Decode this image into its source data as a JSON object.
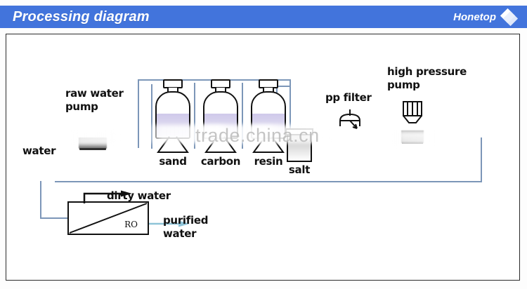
{
  "header": {
    "title": "Processing diagram",
    "brand": "Honetop",
    "brand_logo_icon": "diamond-logo-icon",
    "bar_color": "#4274dc",
    "text_color": "#ffffff"
  },
  "diagram": {
    "title_alt": "Water treatment processing diagram",
    "watermark": "trade.china.cn",
    "pipe_color": "#7c96b8",
    "outline_color": "#111111",
    "media_color": "#cfc9ea",
    "labels": {
      "water": "water",
      "raw_water_pump": "raw water\npump",
      "pp_filter": "pp filter",
      "high_pressure_pump": "high pressure\npump",
      "dirty_water": "dirty water",
      "purified_water": "purified\nwater",
      "ro": "RO"
    },
    "vessels": [
      {
        "id": "sand",
        "label": "sand",
        "icon": "tank-icon"
      },
      {
        "id": "carbon",
        "label": "carbon",
        "icon": "tank-icon"
      },
      {
        "id": "resin",
        "label": "resin",
        "icon": "tank-icon"
      },
      {
        "id": "salt",
        "label": "salt",
        "icon": "salt-box-icon"
      }
    ],
    "components": [
      {
        "id": "raw-water-pump",
        "label": "raw water pump",
        "icon": "pump-block-icon"
      },
      {
        "id": "pp-filter",
        "label": "pp filter",
        "icon": "pp-filter-icon"
      },
      {
        "id": "high-pressure-pump",
        "label": "high pressure pump",
        "icon": "hp-pump-icon"
      },
      {
        "id": "ro-membrane",
        "label": "RO",
        "icon": "ro-unit-icon"
      }
    ],
    "flow_outputs": [
      {
        "id": "dirty-water",
        "label": "dirty water",
        "arrow": "arrow-right-dark"
      },
      {
        "id": "purified-water",
        "label": "purified water",
        "arrow": "arrow-right-blue"
      }
    ]
  }
}
